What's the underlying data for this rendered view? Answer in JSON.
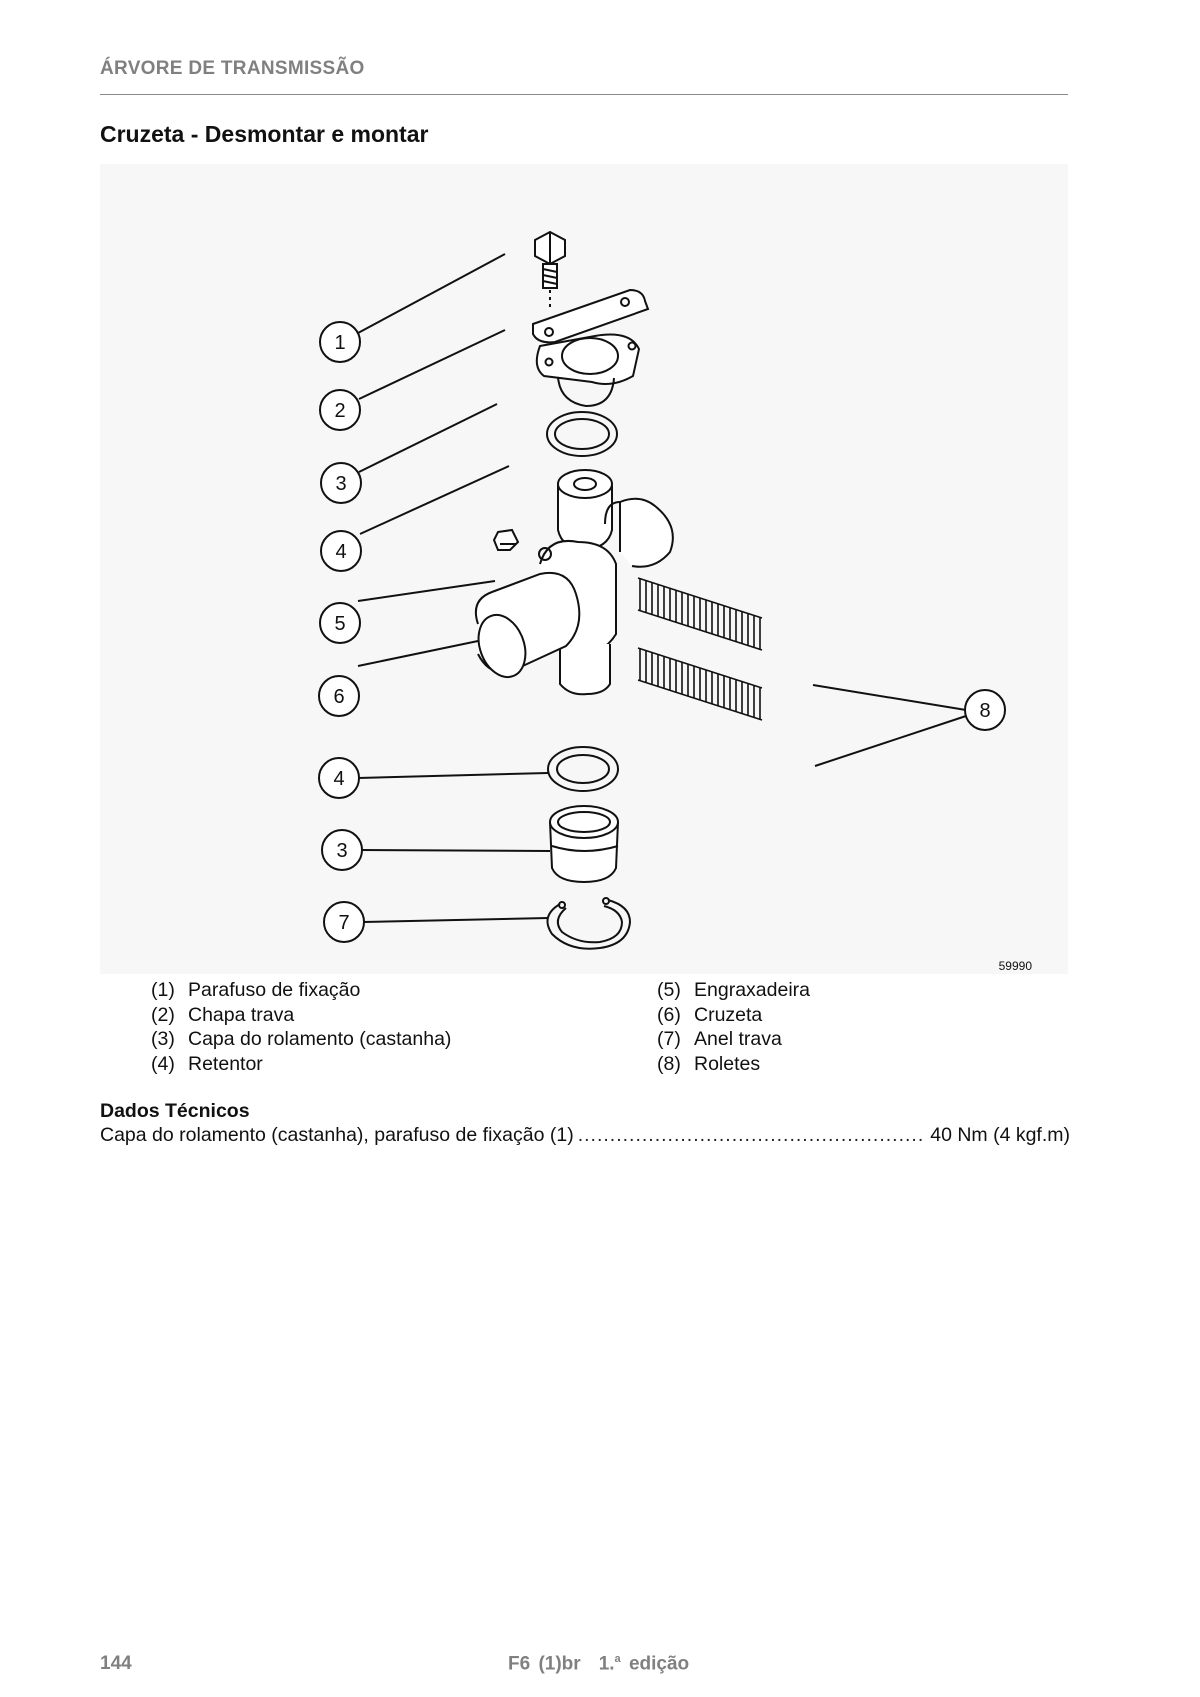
{
  "header": {
    "section": "ÁRVORE DE TRANSMISSÃO"
  },
  "title": "Cruzeta - Desmontar e montar",
  "figure": {
    "ref_number": "59990",
    "callouts": [
      "1",
      "2",
      "3",
      "4",
      "5",
      "6",
      "4",
      "3",
      "7",
      "8"
    ]
  },
  "legend": {
    "left": [
      {
        "num": "(1)",
        "label": "Parafuso de fixação"
      },
      {
        "num": "(2)",
        "label": "Chapa trava"
      },
      {
        "num": "(3)",
        "label": "Capa do rolamento (castanha)"
      },
      {
        "num": "(4)",
        "label": "Retentor"
      }
    ],
    "right": [
      {
        "num": "(5)",
        "label": "Engraxadeira"
      },
      {
        "num": "(6)",
        "label": "Cruzeta"
      },
      {
        "num": "(7)",
        "label": "Anel trava"
      },
      {
        "num": "(8)",
        "label": "Roletes"
      }
    ]
  },
  "tech_data": {
    "title": "Dados Técnicos",
    "item": "Capa do rolamento (castanha), parafuso de fixação (1)",
    "value": "40 Nm (4 kgf.m)"
  },
  "footer": {
    "page": "144",
    "doc": "F6 (1)br",
    "edition_num": "1.",
    "edition_sup": "a",
    "edition_word": "edição"
  }
}
